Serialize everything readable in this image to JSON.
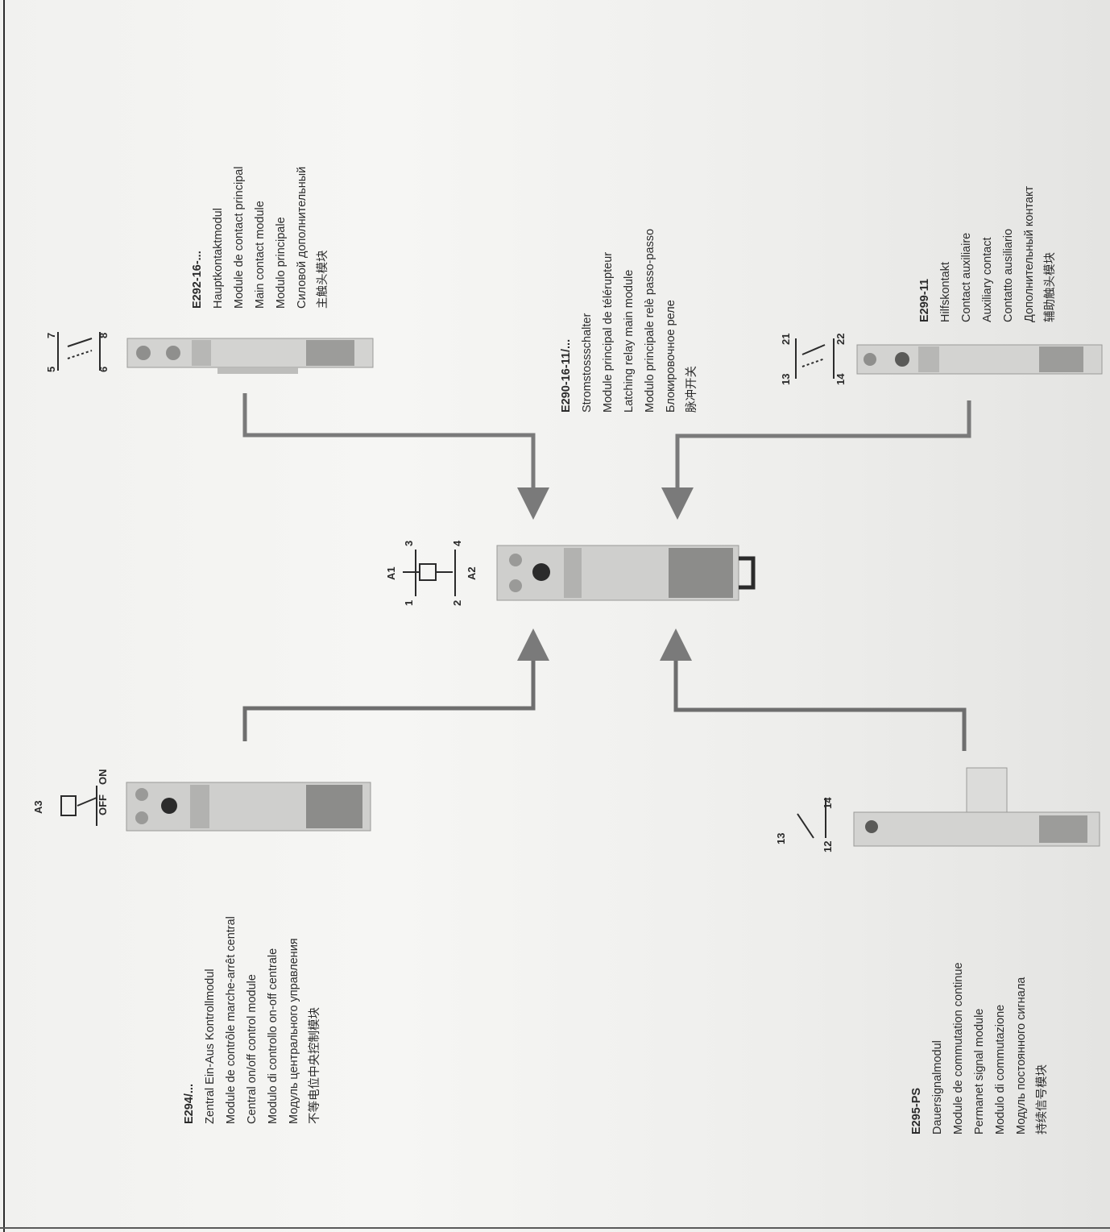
{
  "modules": {
    "central_control": {
      "code": "E294/...",
      "lines": [
        "Zentral Ein-Aus Kontrollmodul",
        "Module de contrôle marche-arrêt central",
        "Central on/off control module",
        "Modulo di controllo on-off centrale",
        "Модуль центрального управления",
        "不等电位中央控制模块"
      ],
      "symbol": {
        "coil": "A3",
        "off": "OFF",
        "on": "ON"
      }
    },
    "main_contact": {
      "code": "E292-16-...",
      "lines": [
        "Hauptkontaktmodul",
        "Module de contact principal",
        "Main contact module",
        "Modulo principale",
        "Силовой дополнительный",
        "主触头模块"
      ],
      "symbol": {
        "t5": "5",
        "t6": "6",
        "t7": "7",
        "t8": "8"
      }
    },
    "latching_relay": {
      "code": "E290-16-11/...",
      "lines": [
        "Stromstossschalter",
        "Module principal de télérupteur",
        "Latching relay main module",
        "Modulo principale relè passo-passo",
        "Блокировочное реле",
        "脉冲开关"
      ],
      "symbol": {
        "a1": "A1",
        "a2": "A2",
        "t1": "1",
        "t2": "2",
        "t3": "3",
        "t4": "4"
      }
    },
    "auxiliary": {
      "code": "E299-11",
      "lines": [
        "Hilfskontakt",
        "Contact auxiliaire",
        "Auxiliary contact",
        "Contatto ausiliario",
        "Дополнительный контакт",
        "辅助触头模块"
      ],
      "symbol": {
        "t13": "13",
        "t14": "14",
        "t21": "21",
        "t22": "22"
      }
    },
    "permanent_signal": {
      "code": "E295-PS",
      "lines": [
        "Dauersignalmodul",
        "Module de commutation continue",
        "Permanet signal module",
        "Modulo di commutazione",
        "Модуль постоянного сигнала",
        "持续信号模块"
      ],
      "symbol": {
        "t13": "13",
        "t12": "12",
        "t14": "14"
      }
    }
  },
  "colors": {
    "arrow": "#7a7a7a",
    "ink": "#2b2b2b",
    "device": "#cfcfcd",
    "device_dark": "#8a8a88"
  }
}
